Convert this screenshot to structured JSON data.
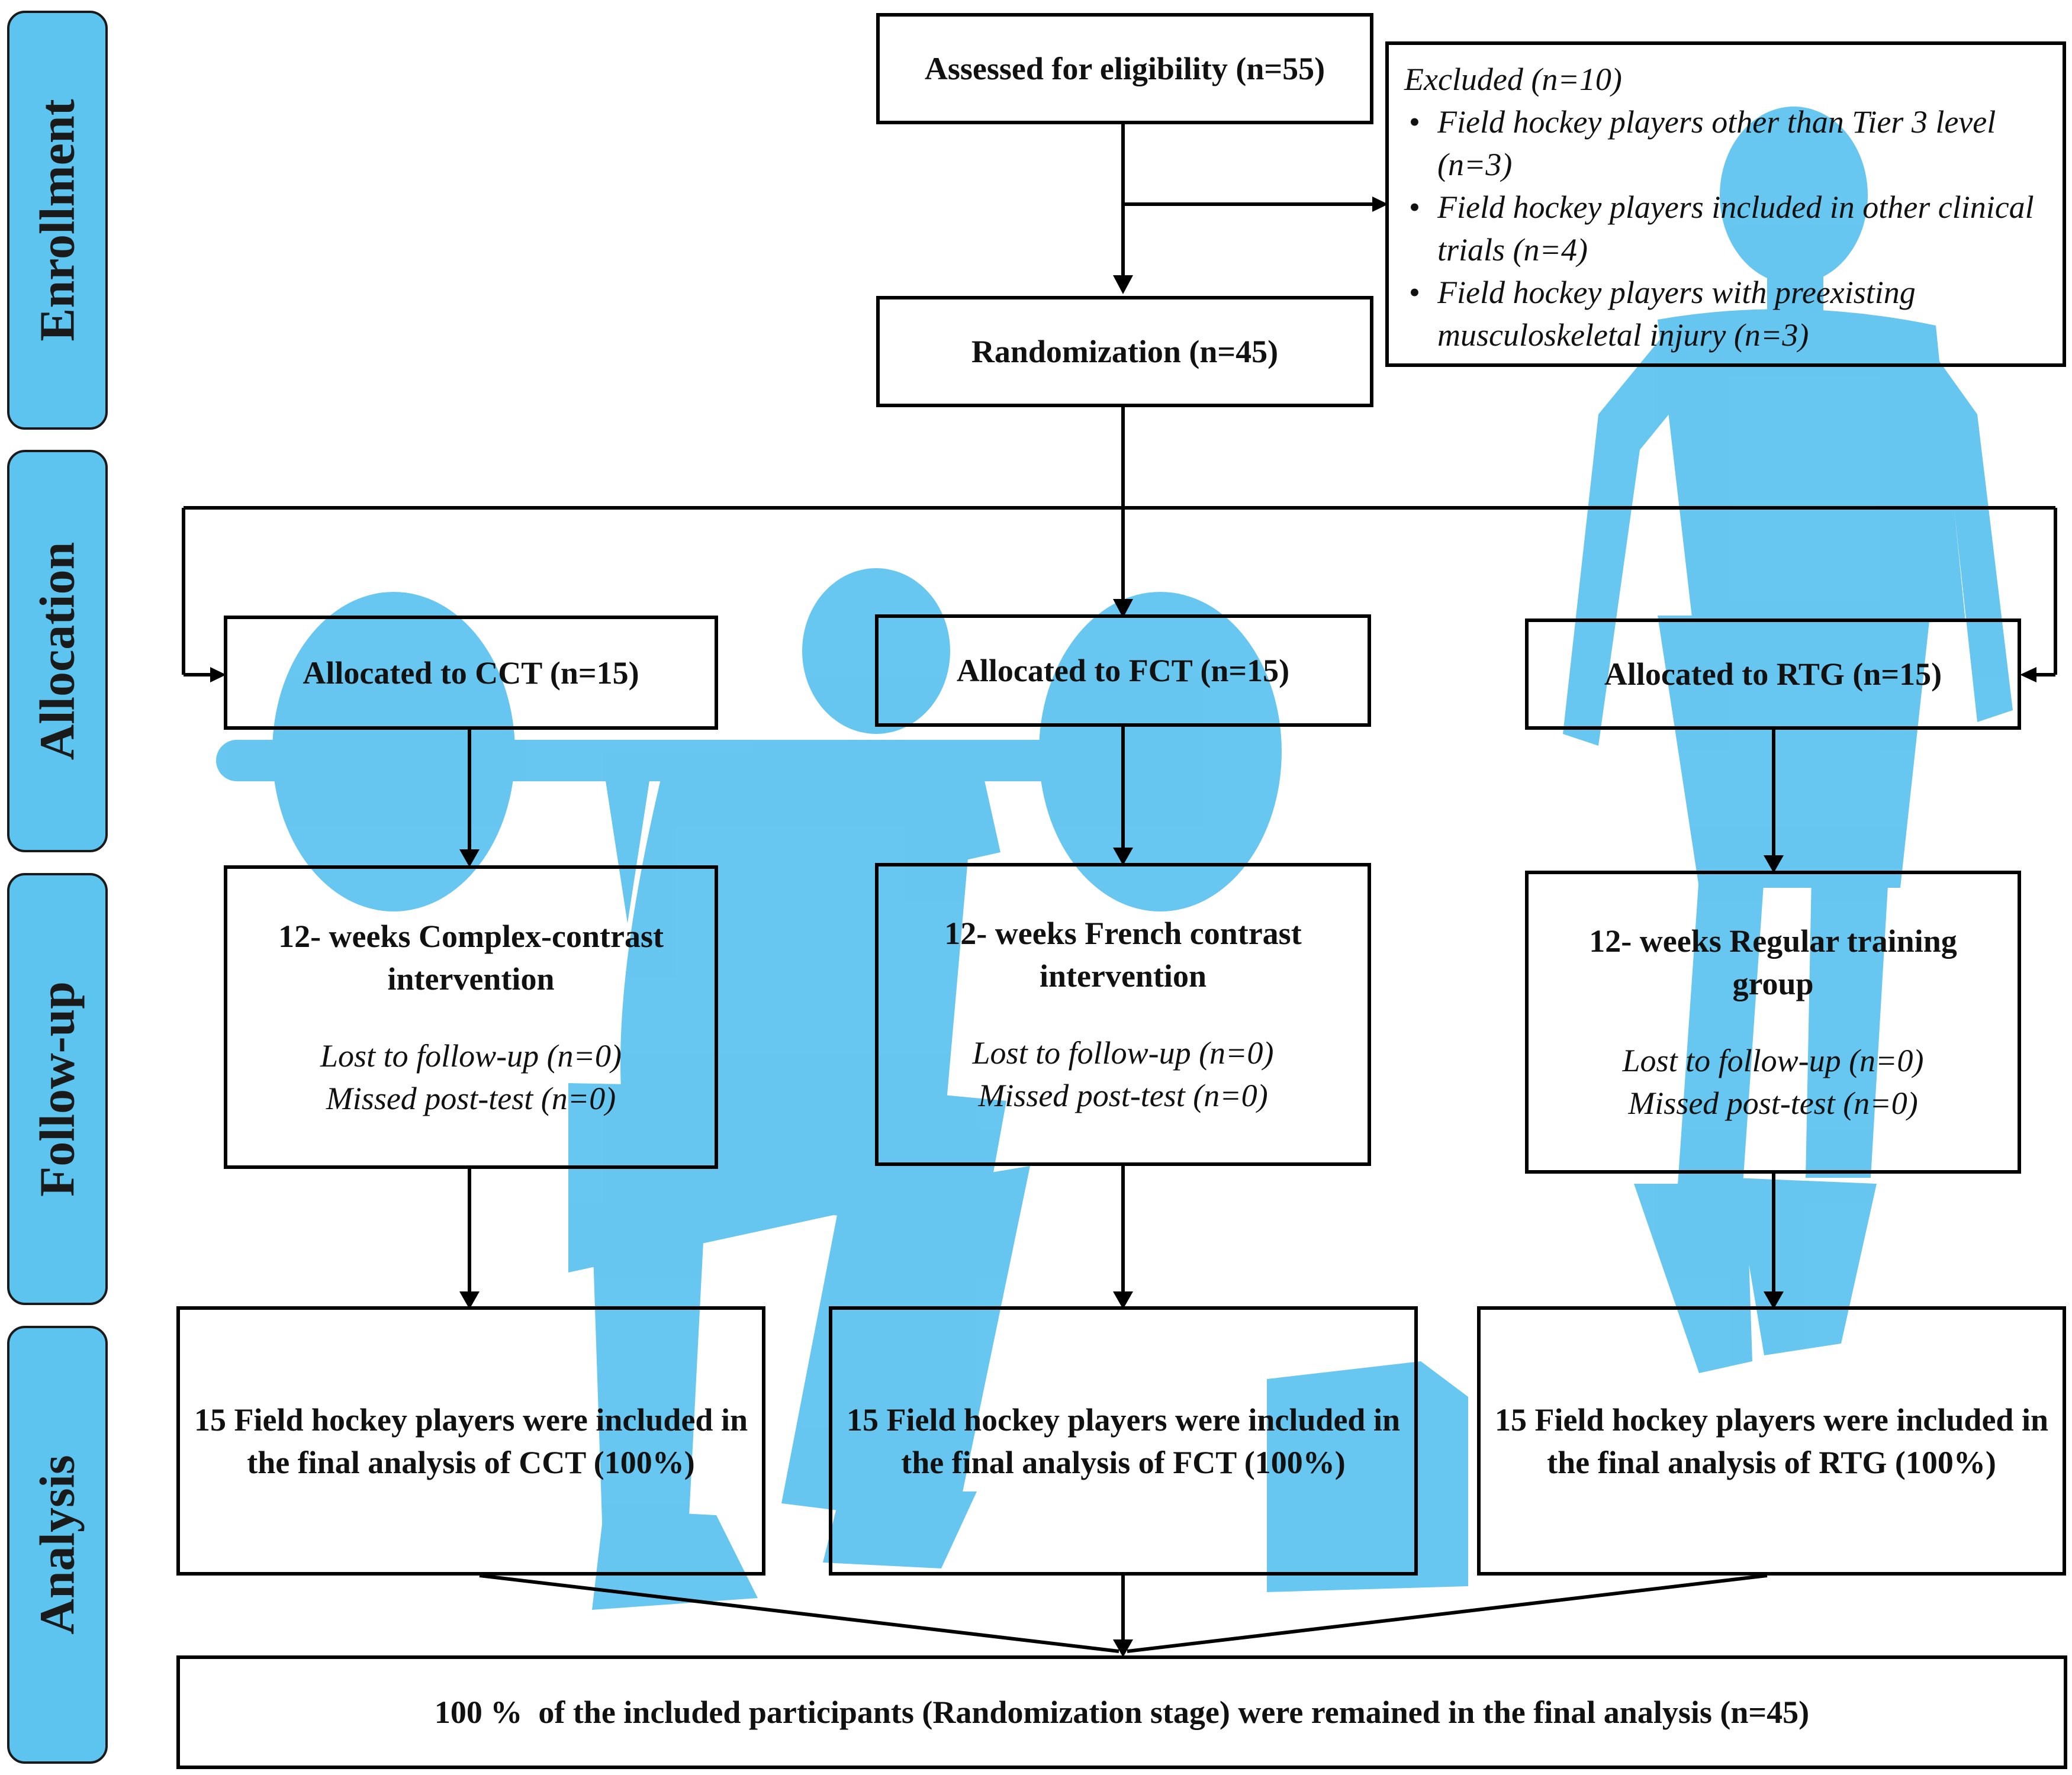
{
  "stages": [
    "Enrollment",
    "Allocation",
    "Follow-up",
    "Analysis"
  ],
  "assessed": "Assessed for eligibility (n=55)",
  "excluded": {
    "title": "Excluded (n=10)",
    "items": [
      "Field hockey players other than Tier 3 level (n=3)",
      "Field hockey players included in other clinical trials (n=4)",
      "Field hockey players with preexisting musculoskeletal injury (n=3)"
    ]
  },
  "randomization": "Randomization (n=45)",
  "allocation": {
    "cct": "Allocated to CCT (n=15)",
    "fct": "Allocated to FCT (n=15)",
    "rtg": "Allocated to RTG (n=15)"
  },
  "followup": {
    "cct": {
      "title": "12- weeks Complex-contrast intervention",
      "lost": "Lost to follow-up (n=0)",
      "missed": "Missed post-test (n=0)"
    },
    "fct": {
      "title": "12- weeks French contrast intervention",
      "lost": "Lost to follow-up (n=0)",
      "missed": "Missed post-test (n=0)"
    },
    "rtg": {
      "title": "12- weeks Regular training group",
      "lost": "Lost to follow-up (n=0)",
      "missed": "Missed post-test (n=0)"
    }
  },
  "analysis": {
    "cct": "15 Field hockey players were included in the final analysis of CCT (100%)",
    "fct": "15 Field hockey players were included in the final analysis of FCT (100%)",
    "rtg": "15 Field hockey players were included in the final analysis of RTG (100%)"
  },
  "final": "100 %  of the included participants (Randomization stage) were remained in the final analysis (n=45)",
  "colors": {
    "accent": "#5cc4ee",
    "figure": "#5bc2ef",
    "line": "#000000"
  }
}
